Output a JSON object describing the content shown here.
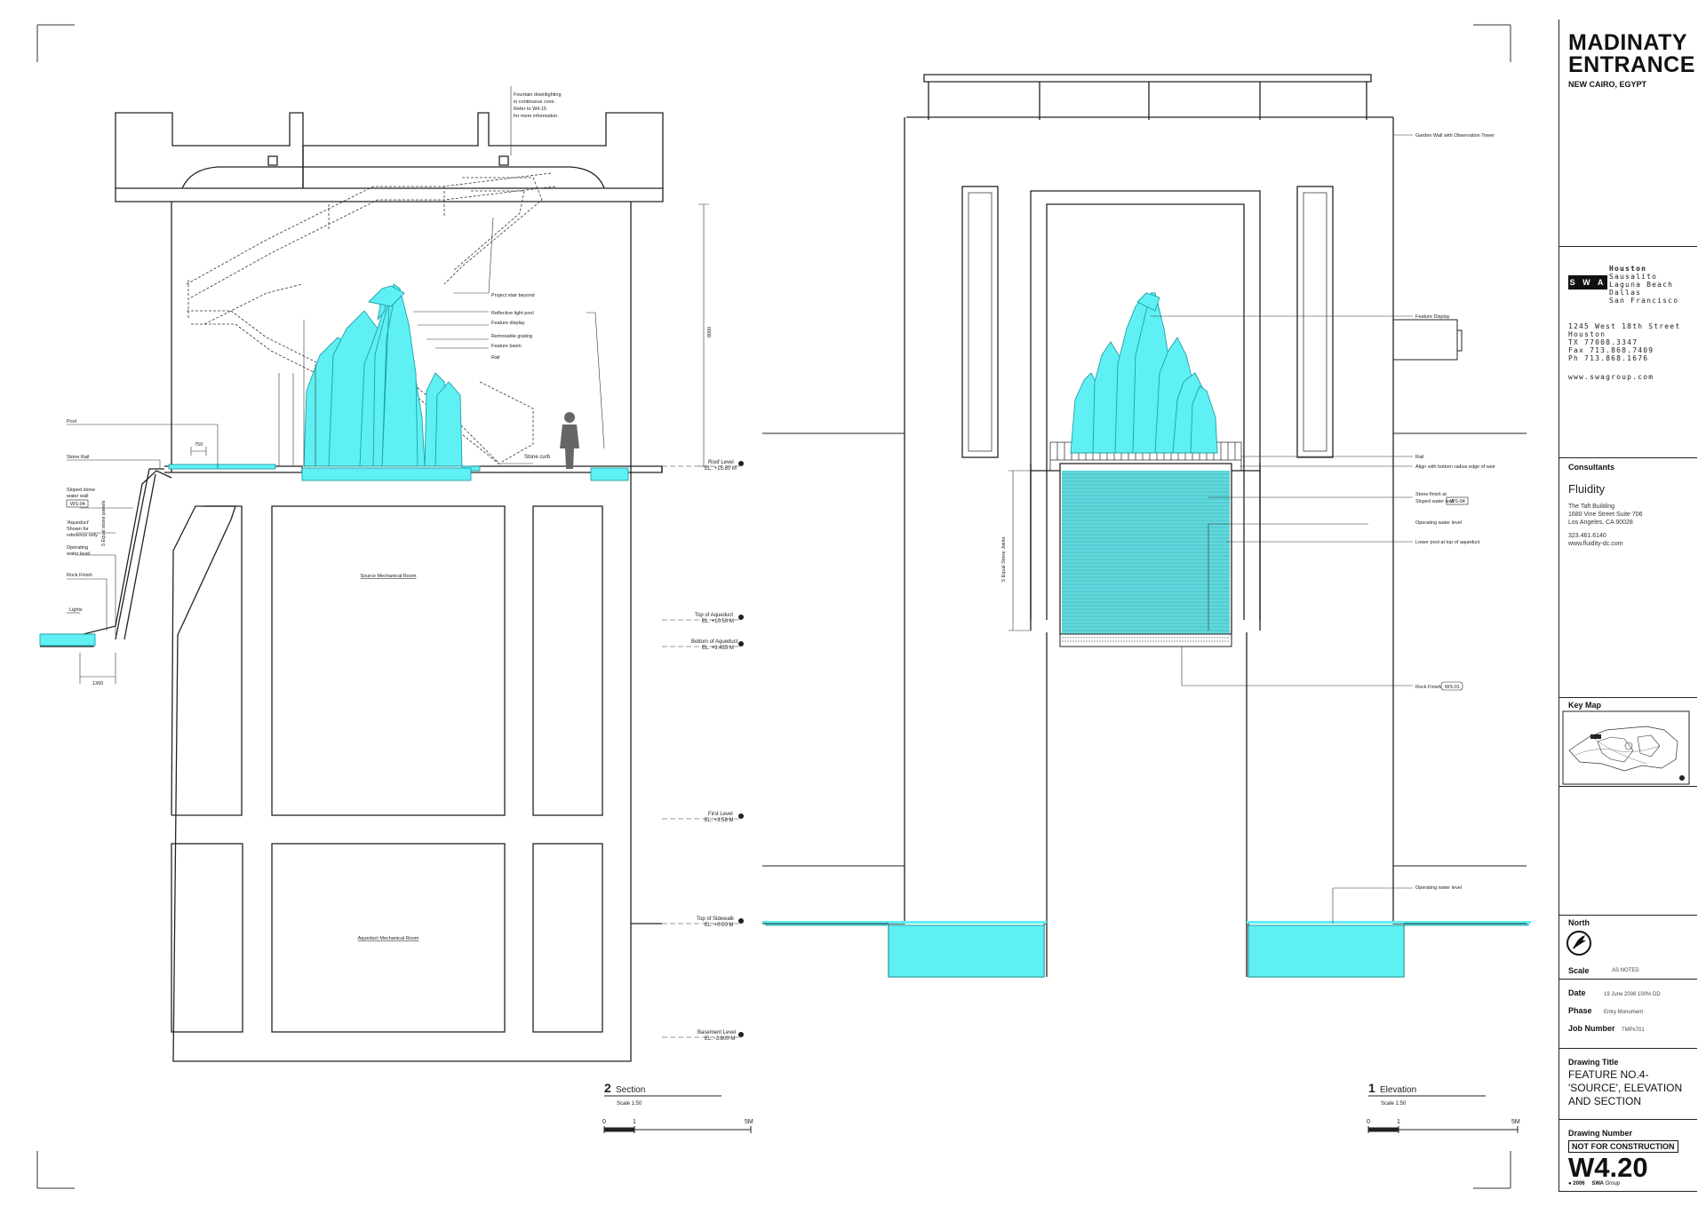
{
  "project": {
    "title_line1": "MADINATY",
    "title_line2": "ENTRANCE",
    "location": "NEW CAIRO, EGYPT"
  },
  "firm": {
    "logo": "S W A",
    "offices": [
      "Houston",
      "Sausalito",
      "Laguna Beach",
      "Dallas",
      "San Francisco"
    ],
    "address": [
      "1245 West 18th Street",
      "Houston",
      "TX 77008.3347",
      "Fax 713.868.7409",
      "Ph 713.868.1676"
    ],
    "website": "www.swagroup.com"
  },
  "consultants": {
    "heading": "Consultants",
    "name": "Fluidity",
    "address": [
      "The Taft Building",
      "1680 Vine Street  Suite 706",
      "Los Angeles, CA 90028"
    ],
    "phone": "323.461.6140",
    "website": "www.fluidity-dc.com"
  },
  "key_map": {
    "heading": "Key Map"
  },
  "north": {
    "heading": "North",
    "scale_label": "Scale",
    "scale_value": "AS NOTED"
  },
  "meta": {
    "date_label": "Date",
    "date_value": "19 June 2006     100% DD",
    "phase_label": "Phase",
    "phase_value": "Entry Monument",
    "job_label": "Job Number",
    "job_value": "TMPx701"
  },
  "drawing_title": {
    "heading": "Drawing Title",
    "line1": "FEATURE NO.4-",
    "line2": "'SOURCE', ELEVATION",
    "line3": "AND SECTION"
  },
  "drawing_number": {
    "heading": "Drawing Number",
    "stamp": "NOT FOR CONSTRUCTION",
    "number": "W4.20",
    "footer_year": "2006",
    "footer_firm": "SWA",
    "footer_group": "Group"
  },
  "section": {
    "num": "2",
    "title": "Section",
    "scale": "Scale 1:50",
    "ticks": [
      "0",
      "1",
      "5M"
    ],
    "rooms": [
      "Source Mechanical Room",
      "Aqueduct Mechanical Room"
    ],
    "labels": {
      "downlight": [
        "Fountain downlighting",
        "in continuous cove.",
        "Refer to W4.15",
        "for more information."
      ],
      "stair": "Project stair beyond",
      "pool_light": "Reflective light pool",
      "feature": "Feature display",
      "grating": "Removable grating",
      "basin": "Feature basin",
      "rail": "Rail",
      "pool": "Pool",
      "stone_rail": "Stone Rail",
      "sloped": [
        "Sloped stone",
        "water wall"
      ],
      "tag": "WS-04",
      "aqueduct": [
        "'Aqueduct'",
        "Shown for",
        "reference only"
      ],
      "operating": [
        "Operating",
        "water level"
      ],
      "rock": "Rock Finish",
      "lights": "Lights",
      "stone_curb": "Stone curb",
      "equal_stone": "5 Equal stone panels",
      "dim_1360": "1360",
      "dim_750": "750",
      "dim_3": "8000"
    },
    "levels": [
      {
        "name": "Roof Level",
        "el": "EL: +15.80 M"
      },
      {
        "name": "Top of Aqueduct",
        "el": "EL: +10.50 M"
      },
      {
        "name": "Bottom of Aqueduct",
        "el": "EL: +9.435 M"
      },
      {
        "name": "First Level",
        "el": "EL: +3.58 M"
      },
      {
        "name": "Top of Sidewalk",
        "el": "EL: +0.00 M"
      },
      {
        "name": "Basement Level",
        "el": "EL: -3.800 M"
      }
    ]
  },
  "elevation": {
    "num": "1",
    "title": "Elevation",
    "scale": "Scale 1:50",
    "ticks": [
      "0",
      "1",
      "5M"
    ],
    "labels": {
      "garden": "Garden Wall with Observation Tower",
      "feature": "Feature Display",
      "rail": "Rail",
      "align": "Align with bottom radius edge of weir",
      "stone": [
        "Stone finish at",
        "Sloped water wall"
      ],
      "stone_tag": "WS-04",
      "operating": "Operating water level",
      "lower_pool": "Lower pool at top of aqueduct",
      "rock": "Rock Finish",
      "rock_tag": "WS-01",
      "operating2": "Operating water level",
      "equal": "5 Equal Stone Joints"
    }
  },
  "colors": {
    "water": "#5ff0f4",
    "water_dark": "#2bc6cc",
    "line": "#222222"
  }
}
